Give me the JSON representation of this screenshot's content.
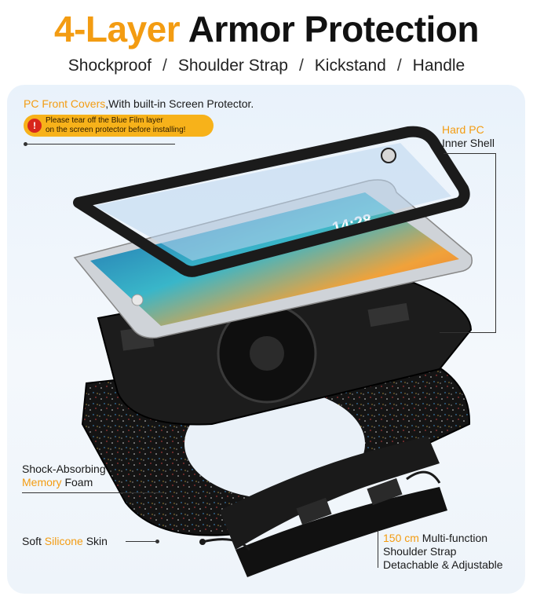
{
  "header": {
    "title_accent": "4-Layer",
    "title_rest": "Armor Protection",
    "features": [
      "Shockproof",
      "Shoulder Strap",
      "Kickstand",
      "Handle"
    ],
    "separator": "/"
  },
  "callouts": {
    "front_cover": {
      "accent": "PC Front Covers",
      "rest": ",With built-in Screen Protector."
    },
    "warning": {
      "icon": "exclamation-icon",
      "line1": "Please tear off the Blue Film layer",
      "line2": "on the screen protector before installing!"
    },
    "inner_shell": {
      "accent": "Hard PC",
      "rest": "Inner Shell"
    },
    "foam": {
      "line1": "Shock-Absorbing",
      "accent": "Memory",
      "rest": " Foam"
    },
    "silicone": {
      "pre": "Soft ",
      "accent": "Silicone",
      "rest": " Skin"
    },
    "strap": {
      "accent": "150 cm",
      "rest": " Multi-function",
      "line2": "Shoulder Strap",
      "line3": "Detachable & Adjustable"
    }
  },
  "tablet_screen": {
    "time": "14:28"
  },
  "colors": {
    "accent": "#f39c12",
    "warning_bg": "#f7b21a",
    "warning_icon": "#d8261b"
  }
}
